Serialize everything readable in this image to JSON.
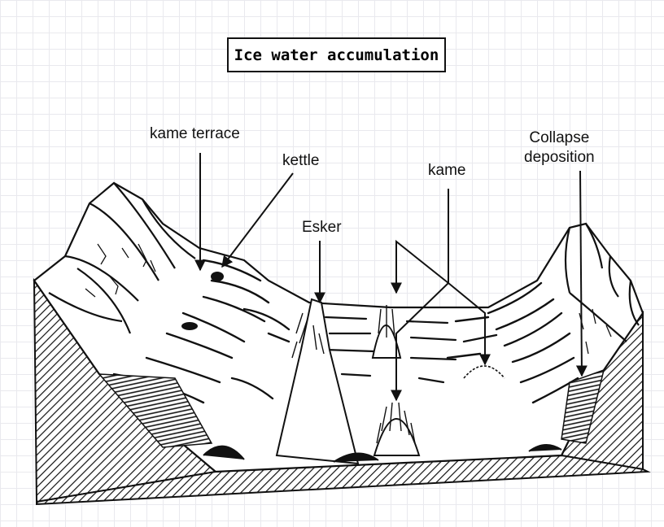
{
  "title": "Ice water accumulation",
  "labels": {
    "kame_terrace": "kame terrace",
    "kettle": "kettle",
    "esker": "Esker",
    "kame": "kame",
    "collapse_line1": "Collapse",
    "collapse_line2": "deposition"
  },
  "colors": {
    "ink": "#111111",
    "grid": "#e9e9ee",
    "background": "#ffffff"
  }
}
